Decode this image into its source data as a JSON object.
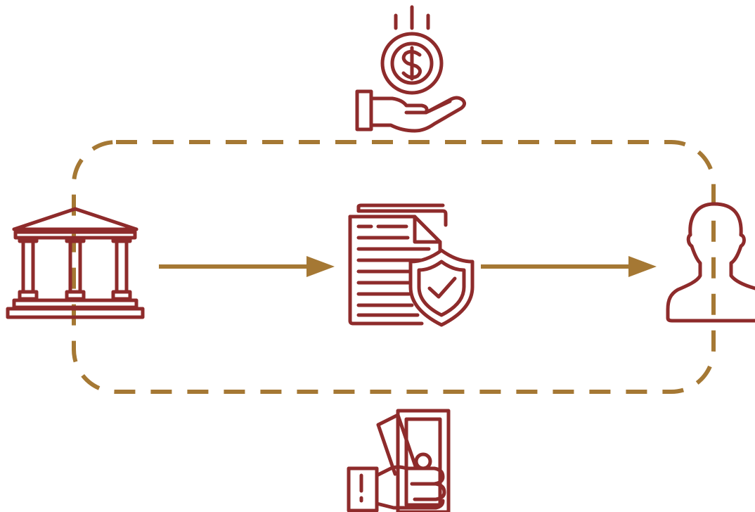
{
  "colors": {
    "icon": "#8E2B2B",
    "connector": "#A57834",
    "background": "#FFFFFF"
  },
  "nodes": {
    "left": {
      "icon": "bank-icon"
    },
    "center": {
      "icon": "insured-document-icon"
    },
    "right": {
      "icon": "user-icon"
    },
    "top": {
      "icon": "hand-receiving-coin-icon"
    },
    "bottom": {
      "icon": "hand-holding-cash-icon"
    }
  },
  "edges": [
    {
      "from": "left",
      "to": "center",
      "style": "arrow"
    },
    {
      "from": "center",
      "to": "right",
      "style": "arrow"
    }
  ],
  "loop": {
    "style": "dashed-rounded-rectangle"
  }
}
